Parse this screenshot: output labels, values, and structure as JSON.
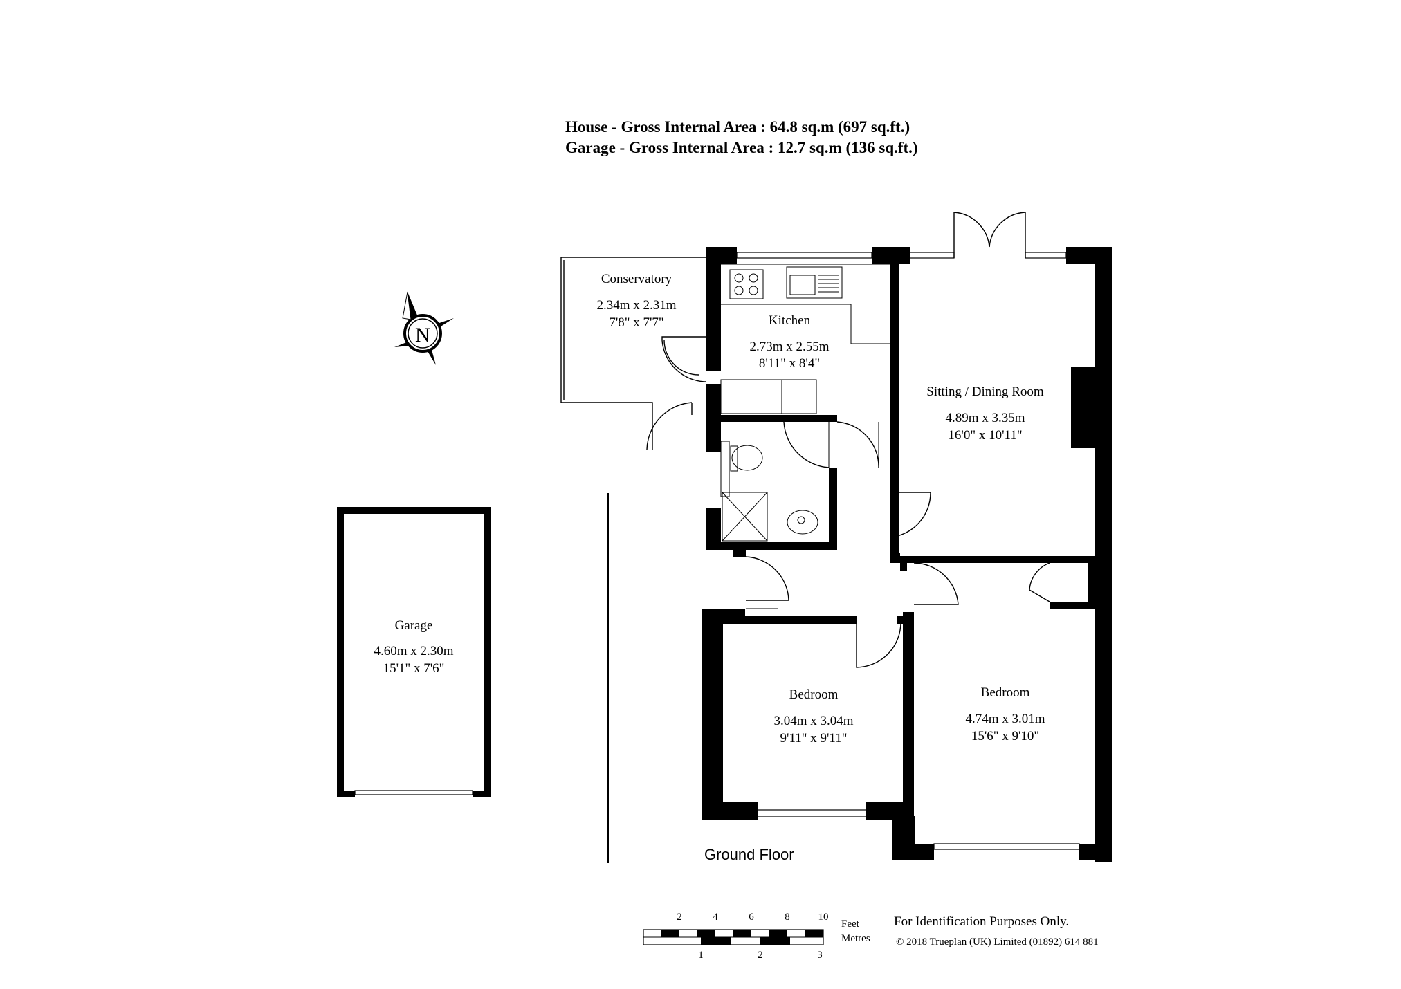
{
  "header": {
    "house_area": "House - Gross Internal Area  :  64.8 sq.m   (697 sq.ft.)",
    "garage_area": "Garage - Gross Internal Area  :  12.7 sq.m   (136 sq.ft.)"
  },
  "rooms": {
    "conservatory": {
      "name": "Conservatory",
      "metric": "2.34m  x  2.31m",
      "imperial": "7'8\"  x  7'7\""
    },
    "kitchen": {
      "name": "Kitchen",
      "metric": "2.73m  x  2.55m",
      "imperial": "8'11\"  x  8'4\""
    },
    "sitting": {
      "name": "Sitting / Dining Room",
      "metric": "4.89m  x  3.35m",
      "imperial": "16'0\"  x  10'11\""
    },
    "garage": {
      "name": "Garage",
      "metric": "4.60m  x  2.30m",
      "imperial": "15'1\"  x  7'6\""
    },
    "bedroom1": {
      "name": "Bedroom",
      "metric": "3.04m  x  3.04m",
      "imperial": "9'11\"  x  9'11\""
    },
    "bedroom2": {
      "name": "Bedroom",
      "metric": "4.74m  x  3.01m",
      "imperial": "15'6\"  x  9'10\""
    }
  },
  "floor_label": "Ground Floor",
  "compass": {
    "letter": "N",
    "icon": "north-compass-icon"
  },
  "scale": {
    "feet_label": "Feet",
    "metres_label": "Metres",
    "feet_ticks": [
      "2",
      "4",
      "6",
      "8",
      "10"
    ],
    "metre_ticks": [
      "1",
      "2",
      "3"
    ]
  },
  "footer": {
    "disclaimer": "For Identification Purposes Only.",
    "copyright": "© 2018 Trueplan (UK) Limited (01892) 614 881"
  }
}
